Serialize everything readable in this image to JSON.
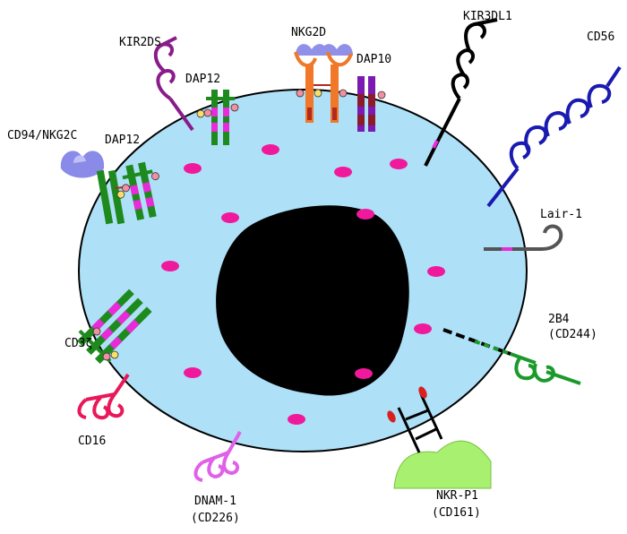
{
  "labels": {
    "kir2ds": "KIR2DS",
    "dap12_top": "DAP12",
    "nkg2d": "NKG2D",
    "dap10": "DAP10",
    "kir3dl1": "KIR3DL1",
    "cd56": "CD56",
    "cd94_nkg2c": "CD94/NKG2C",
    "dap12_left": "DAP12",
    "lair1": "Lair-1",
    "cd244_name": "2B4",
    "cd244_alias": "(CD244)",
    "cd3z": "CD3ζ",
    "cd16": "CD16",
    "dnam1_name": "DNAM-1",
    "dnam1_alias": "(CD226)",
    "nkrp1_name": "NKR-P1",
    "nkrp1_alias": "(CD161)"
  },
  "colors": {
    "cytoplasm": "#aee0f8",
    "nucleus": "#000000",
    "granule": "#f0199c",
    "kir2ds": "#8a1c8a",
    "dap12": "#1e8a1e",
    "dap_stripe": "#e82ad8",
    "nkg2d": "#f07828",
    "nkg2d_head": "#9090e8",
    "dap10": "#7a1ab0",
    "dap10_stripe": "#8c1a2a",
    "kir3dl1": "#000000",
    "cd56": "#1a1ab0",
    "cd94": "#8a8ae8",
    "lair1": "#555555",
    "cd244": "#1a9a2a",
    "cd3z": "#1e8a1e",
    "cd16": "#e8185a",
    "dnam1": "#e060e8",
    "nkrp1": "#000000",
    "nkrp1_ligand": "#a8f070",
    "nkrp1_tip": "#d82020"
  },
  "icons": [
    "cell-membrane",
    "nucleus",
    "granule",
    "receptor-loop",
    "itam-phospho-dot"
  ]
}
